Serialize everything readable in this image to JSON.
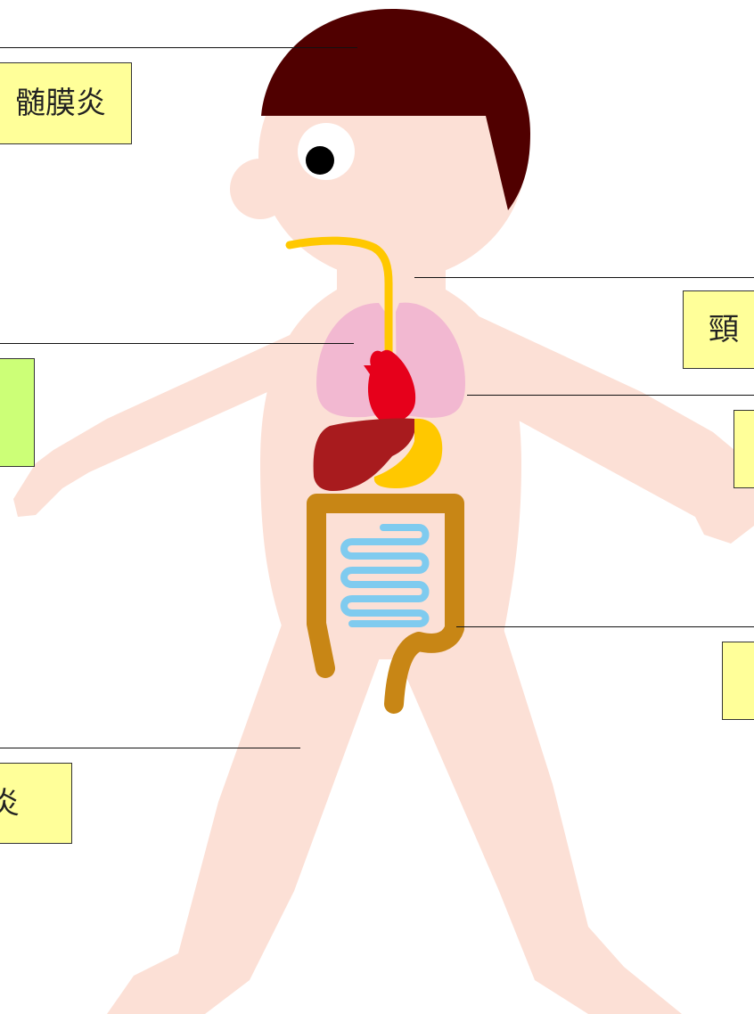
{
  "colors": {
    "skin": "#fce0d6",
    "hair": "#500000",
    "lungs": "#f2b8d1",
    "heart": "#e6001b",
    "liver": "#a81b1e",
    "stomach": "#ffc800",
    "esophagus": "#ffc800",
    "large_intestine": "#c88615",
    "small_intestine": "#7fcbef",
    "label_yellow": "#ffff99",
    "label_green": "#ccff77"
  },
  "labels": {
    "head": {
      "text": "髄膜炎",
      "color": "#ffff99"
    },
    "neck": {
      "text": "頸",
      "color": "#ffff99"
    },
    "lung": {
      "text": "",
      "color": "#ccff77"
    },
    "chest": {
      "text": "",
      "color": "#ffff99"
    },
    "intestine": {
      "text": "",
      "color": "#ffff99"
    },
    "leg": {
      "text": "炎",
      "color": "#ffff99"
    }
  }
}
